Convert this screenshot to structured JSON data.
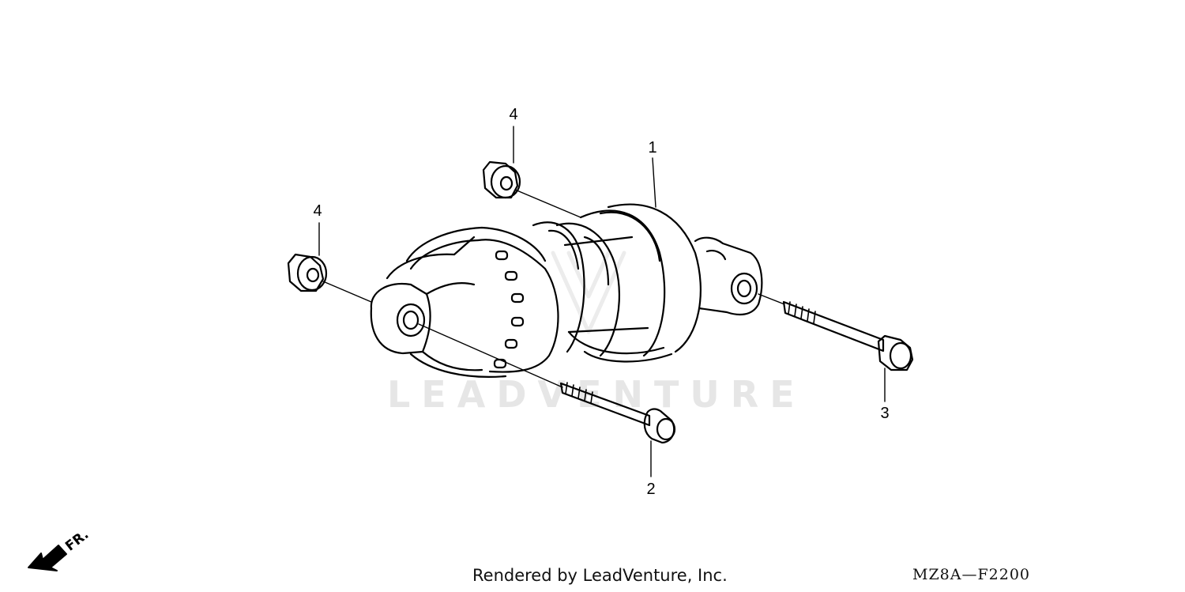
{
  "diagram": {
    "watermark": "LEADVENTURE",
    "direction_label": "FR.",
    "footer_credit": "Rendered by LeadVenture, Inc.",
    "diagram_code": "MZ8A—F2200"
  },
  "callouts": [
    {
      "id": "callout-1",
      "number": "1"
    },
    {
      "id": "callout-2",
      "number": "2"
    },
    {
      "id": "callout-3",
      "number": "3"
    },
    {
      "id": "callout-4-top",
      "number": "4"
    },
    {
      "id": "callout-4-left",
      "number": "4"
    }
  ]
}
